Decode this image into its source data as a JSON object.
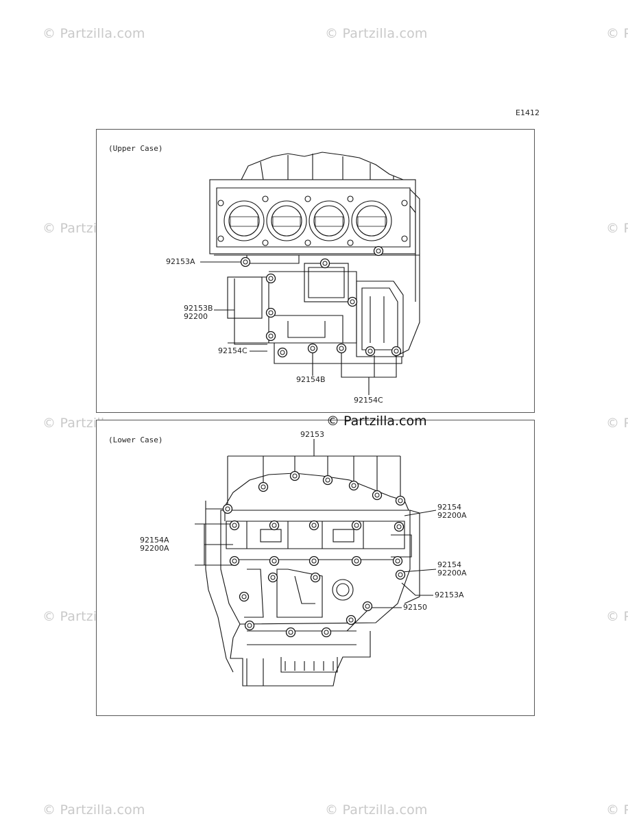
{
  "watermark": {
    "text": "© Partzilla.com",
    "center_text": "© Partzilla.com"
  },
  "figure_code": "E1412",
  "upper_panel": {
    "title": "(Upper Case)",
    "labels": {
      "l1": "92153A",
      "l2a": "92153B",
      "l2b": "92200",
      "l3": "92154C",
      "l4": "92154B",
      "l5": "92154C"
    }
  },
  "lower_panel": {
    "title": "(Lower Case)",
    "labels": {
      "top": "92153",
      "left_a": "92154A",
      "left_b": "92200A",
      "right1_a": "92154",
      "right1_b": "92200A",
      "right2_a": "92154",
      "right2_b": "92200A",
      "right3": "92153A",
      "right4": "92150"
    }
  }
}
